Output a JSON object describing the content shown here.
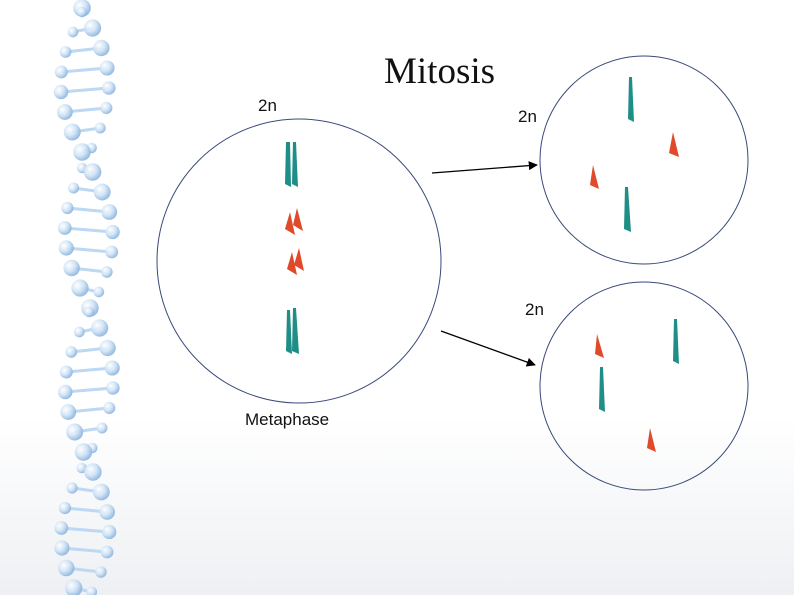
{
  "title": "Mitosis",
  "labels": {
    "parent_ploidy": "2n",
    "daughter_top_ploidy": "2n",
    "daughter_bottom_ploidy": "2n",
    "phase": "Metaphase"
  },
  "colors": {
    "chromosome_teal": "#1f8e86",
    "chromosome_red": "#e0492a",
    "cell_outline": "#3a4a7a",
    "dna_helix": "#bcd8f2"
  }
}
